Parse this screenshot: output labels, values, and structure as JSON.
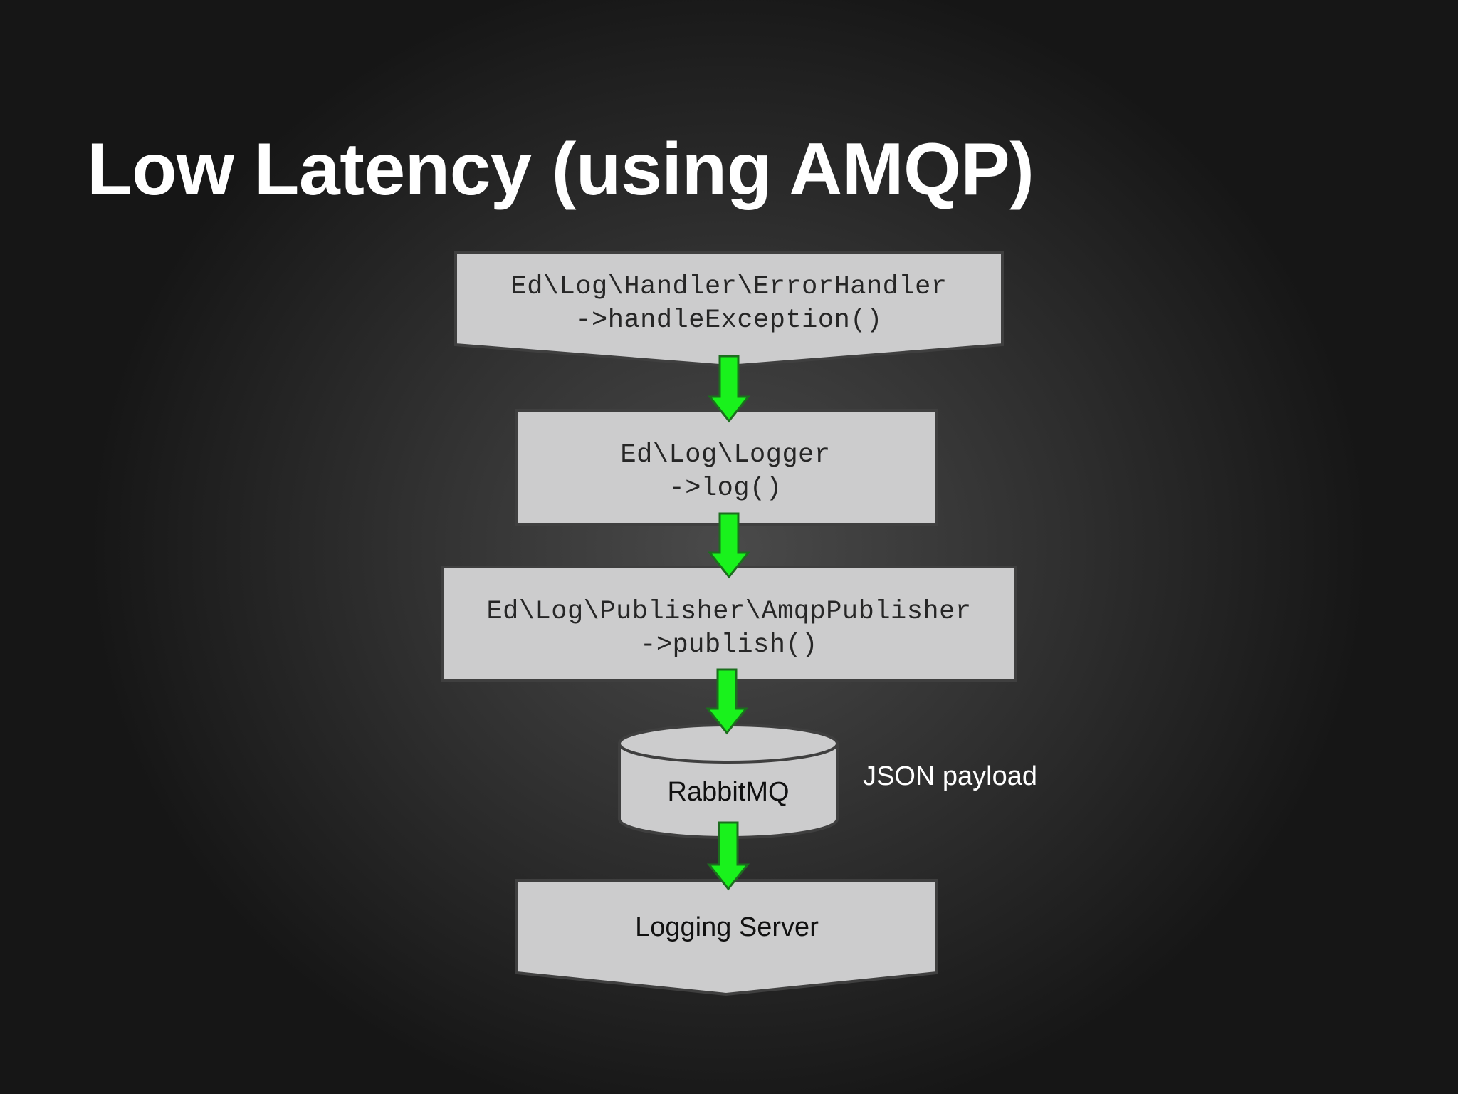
{
  "title": "Low Latency (using AMQP)",
  "diagram": {
    "nodes": [
      {
        "id": "error-handler",
        "shape": "offpage-connector",
        "lines": [
          "Ed\\Log\\Handler\\ErrorHandler",
          "->handleException()"
        ]
      },
      {
        "id": "logger",
        "shape": "rectangle",
        "lines": [
          "Ed\\Log\\Logger",
          "->log()"
        ]
      },
      {
        "id": "publisher",
        "shape": "rectangle",
        "lines": [
          "Ed\\Log\\Publisher\\AmqpPublisher",
          "->publish()"
        ]
      },
      {
        "id": "rabbitmq",
        "shape": "cylinder",
        "lines": [
          "RabbitMQ"
        ]
      },
      {
        "id": "logging-server",
        "shape": "offpage-connector",
        "lines": [
          "Logging Server"
        ]
      }
    ],
    "edges": [
      {
        "from": "error-handler",
        "to": "logger"
      },
      {
        "from": "logger",
        "to": "publisher"
      },
      {
        "from": "publisher",
        "to": "rabbitmq"
      },
      {
        "from": "rabbitmq",
        "to": "logging-server",
        "label": "JSON payload"
      }
    ],
    "colors": {
      "box_fill": "#cccccd",
      "box_stroke": "#3f3f3f",
      "arrow_fill": "#19f21c",
      "arrow_stroke": "#1c6e1e",
      "title_text": "#ffffff"
    }
  }
}
